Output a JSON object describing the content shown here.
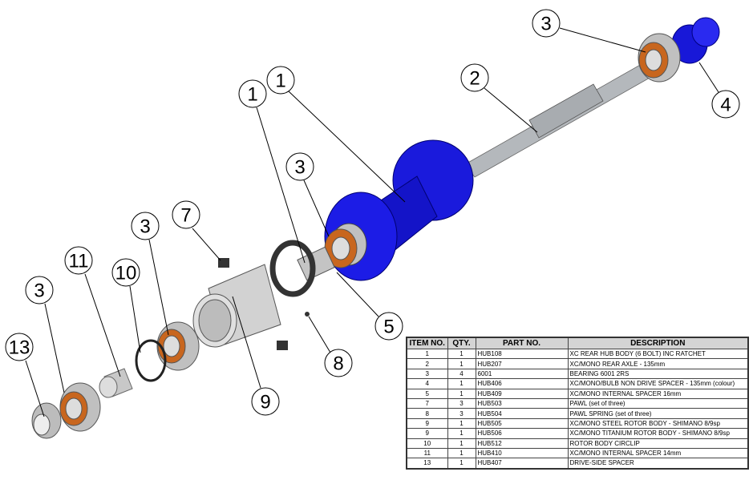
{
  "balloons": [
    "3",
    "2",
    "4",
    "1",
    "1",
    "3",
    "7",
    "3",
    "11",
    "10",
    "3",
    "13",
    "5",
    "8",
    "9"
  ],
  "bom": {
    "headers": [
      "ITEM NO.",
      "QTY.",
      "PART NO.",
      "DESCRIPTION"
    ],
    "rows": [
      [
        "1",
        "1",
        "HUB108",
        "XC REAR HUB BODY (6 BOLT) INC RATCHET"
      ],
      [
        "2",
        "1",
        "HUB207",
        "XC/MONO REAR AXLE - 135mm"
      ],
      [
        "3",
        "4",
        "6001",
        "BEARING 6001 2RS"
      ],
      [
        "4",
        "1",
        "HUB406",
        "XC/MONO/BULB NON DRIVE SPACER - 135mm (colour)"
      ],
      [
        "5",
        "1",
        "HUB409",
        "XC/MONO INTERNAL SPACER 16mm"
      ],
      [
        "7",
        "3",
        "HUB503",
        "PAWL (set of three)"
      ],
      [
        "8",
        "3",
        "HUB504",
        "PAWL SPRING (set of three)"
      ],
      [
        "9",
        "1",
        "HUB505",
        "XC/MONO STEEL ROTOR BODY - SHIMANO 8/9sp"
      ],
      [
        "9",
        "1",
        "HUB506",
        "XC/MONO TITANIUM ROTOR BODY - SHIMANO 8/9sp"
      ],
      [
        "10",
        "1",
        "HUB512",
        "ROTOR BODY CIRCLIP"
      ],
      [
        "11",
        "1",
        "HUB410",
        "XC/MONO INTERNAL SPACER 14mm"
      ],
      [
        "13",
        "1",
        "HUB407",
        "DRIVE-SIDE SPACER"
      ]
    ]
  },
  "colors": {
    "hub": "#1a1adc",
    "bearing": "#c8661e",
    "metal": "#b8b8b8"
  }
}
